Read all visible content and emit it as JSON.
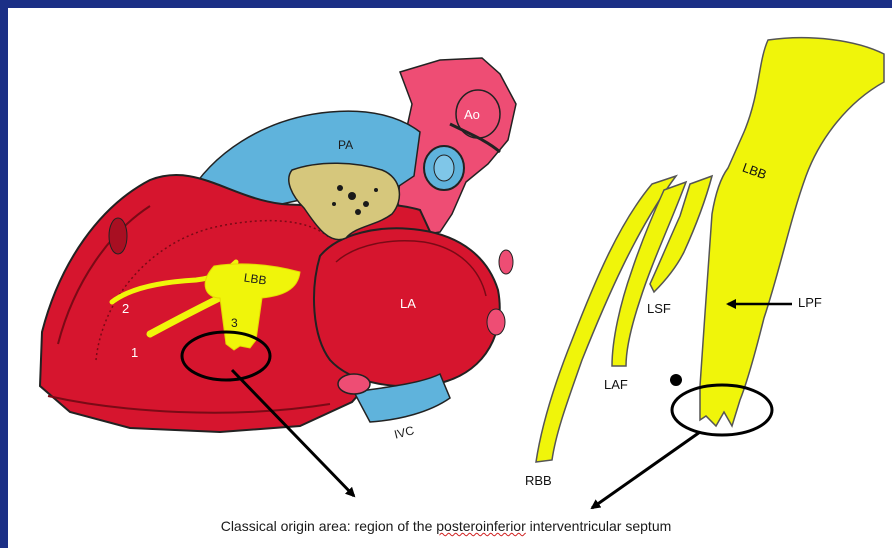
{
  "colors": {
    "frame": "#1b2f86",
    "myocardium": "#d6152e",
    "conduction": "#f0f50a",
    "vessel_pink": "#ee4d74",
    "vessel_blue": "#5fb3dc",
    "atrial_tan": "#d6c77c"
  },
  "heart_labels": {
    "ao": "Ao",
    "pa": "PA",
    "la": "LA",
    "ivc": "IVC",
    "lbb": "LBB",
    "n1": "1",
    "n2": "2",
    "n3": "3"
  },
  "schematic_labels": {
    "lbb": "LBB",
    "lpf": "LPF",
    "lsf": "LSF",
    "laf": "LAF",
    "rbb": "RBB"
  },
  "caption": {
    "prefix": "Classical origin area: region of the",
    "highlight": "posteroinferior",
    "suffix": "interventricular septum"
  }
}
